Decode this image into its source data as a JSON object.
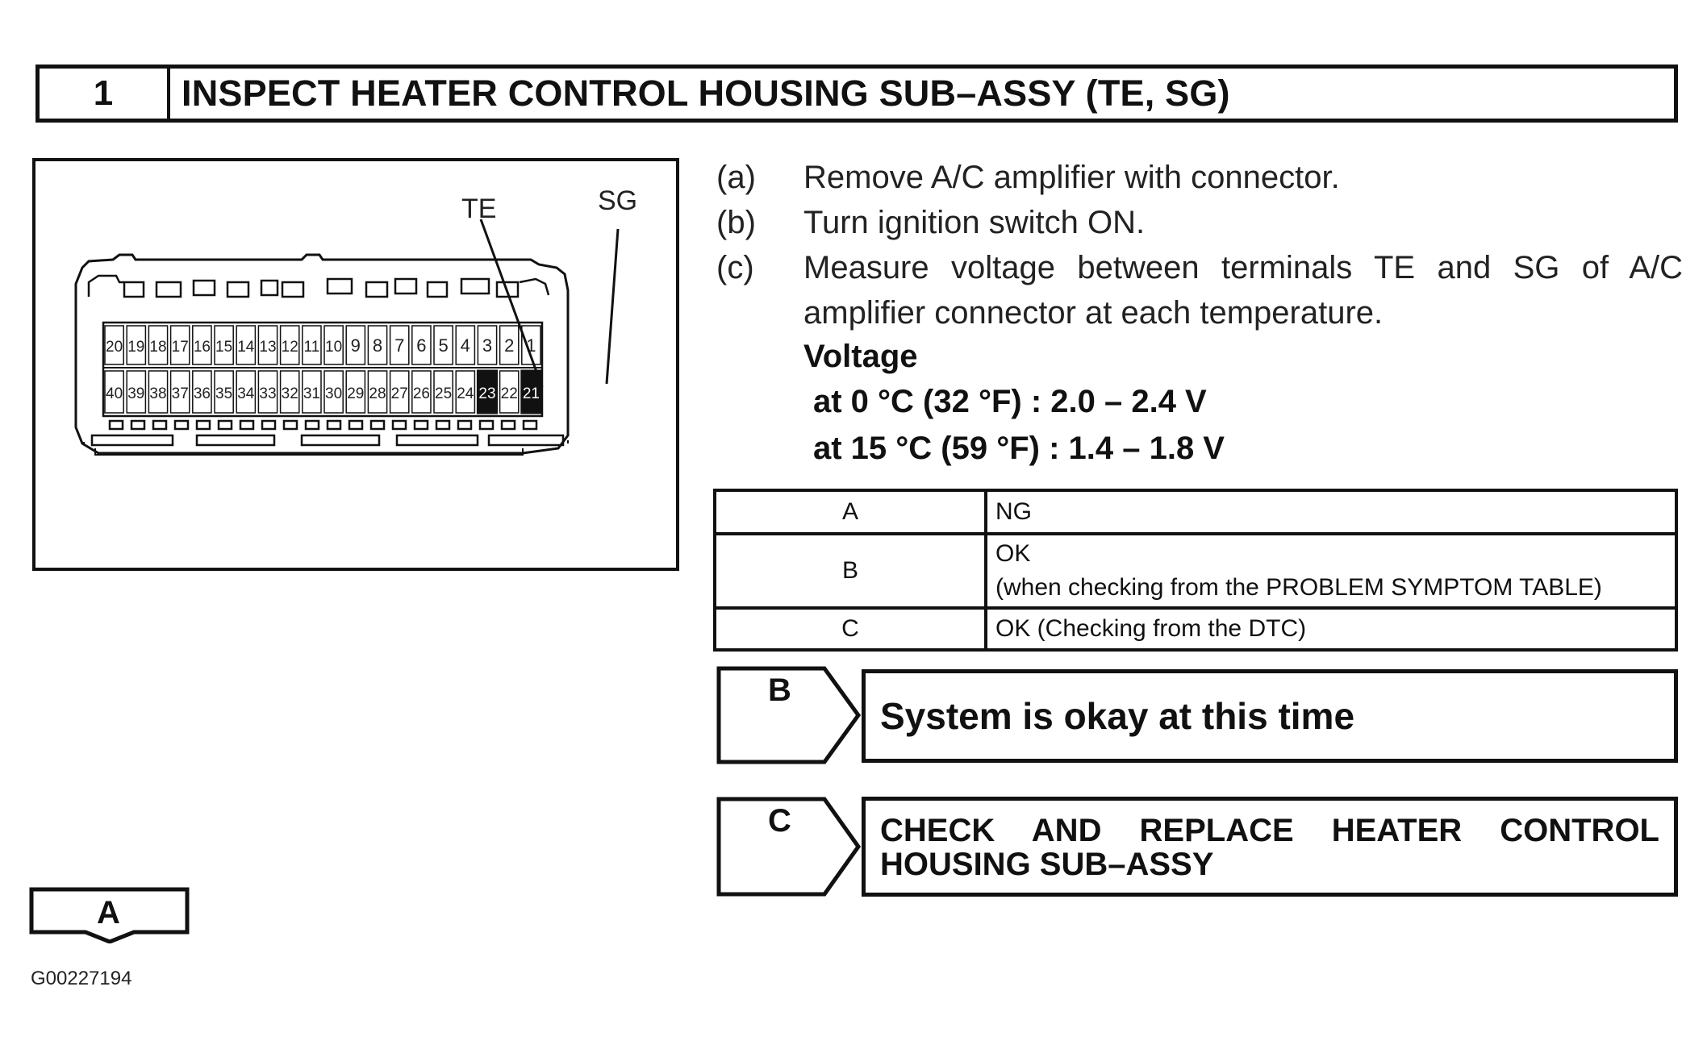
{
  "header": {
    "step_number": "1",
    "title": "INSPECT HEATER CONTROL HOUSING SUB–ASSY (TE, SG)"
  },
  "diagram": {
    "label_te": "TE",
    "label_sg": "SG",
    "top_row_pins": [
      "20",
      "19",
      "18",
      "17",
      "16",
      "15",
      "14",
      "13",
      "12",
      "11",
      "10",
      "9",
      "8",
      "7",
      "6",
      "5",
      "4",
      "3",
      "2",
      "1"
    ],
    "bottom_row_pins": [
      "40",
      "39",
      "38",
      "37",
      "36",
      "35",
      "34",
      "33",
      "32",
      "31",
      "30",
      "29",
      "28",
      "27",
      "26",
      "25",
      "24",
      "23",
      "22",
      "21"
    ],
    "highlighted_pins": [
      "23",
      "21"
    ]
  },
  "steps": [
    {
      "label": "(a)",
      "text": "Remove A/C amplifier with connector."
    },
    {
      "label": "(b)",
      "text": "Turn ignition switch ON."
    },
    {
      "label": "(c)",
      "text": "Measure voltage between terminals TE and SG of A/C amplifier connector at each temperature."
    }
  ],
  "voltage": {
    "title": "Voltage",
    "spec_1": "at 0 °C (32 °F) : 2.0 – 2.4 V",
    "spec_2": "at 15 °C (59 °F) : 1.4 – 1.8 V"
  },
  "results_table": [
    {
      "code": "A",
      "result": "NG",
      "note": ""
    },
    {
      "code": "B",
      "result": "OK",
      "note": "(when checking from the PROBLEM SYMPTOM TABLE)"
    },
    {
      "code": "C",
      "result": "OK (Checking from the DTC)",
      "note": ""
    }
  ],
  "branches": {
    "b": {
      "code": "B",
      "text": "System is okay at this time"
    },
    "c": {
      "code": "C",
      "line1": "CHECK AND REPLACE HEATER CONTROL",
      "line2": "HOUSING SUB–ASSY"
    },
    "a": {
      "code": "A"
    }
  },
  "figure_id": "G00227194"
}
